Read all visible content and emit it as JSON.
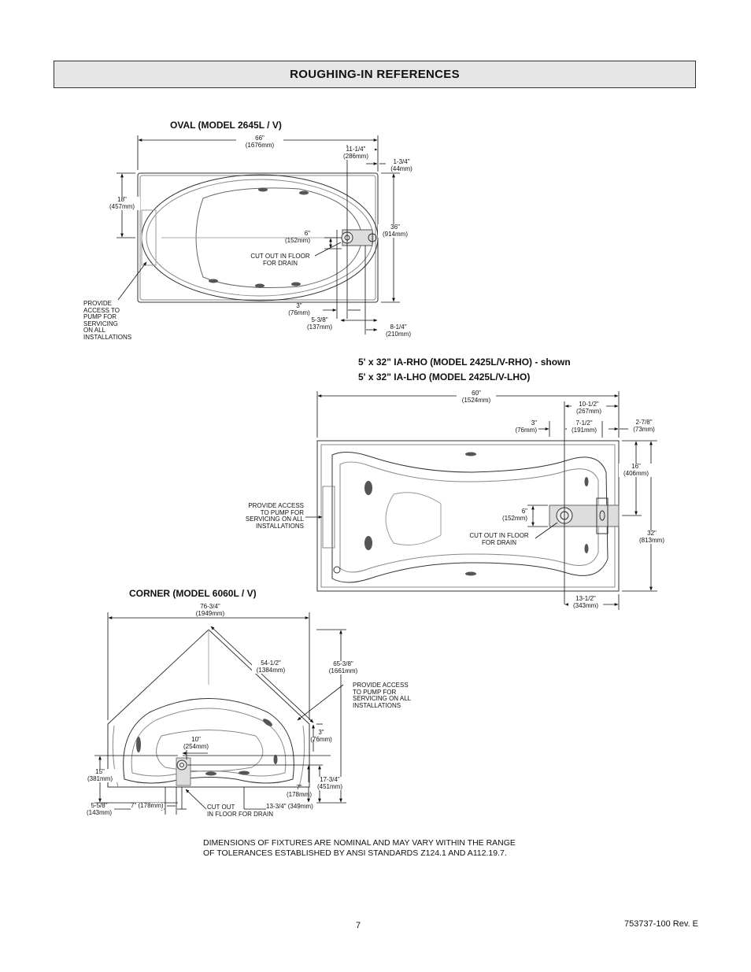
{
  "header": {
    "title": "ROUGHING-IN REFERENCES"
  },
  "oval": {
    "title": "OVAL (MODEL 2645L / V)",
    "dim_66": "66\"\n(1676mm)",
    "dim_11_1_4": "11-1/4\"\n(286mm)",
    "dim_1_3_4": "1-3/4\"\n(44mm)",
    "dim_18": "18\"\n(457mm)",
    "dim_36": "36\"\n(914mm)",
    "dim_6": "6\"\n(152mm)",
    "cutout": "CUT OUT IN FLOOR\nFOR DRAIN",
    "pump": "PROVIDE\nACCESS TO\nPUMP FOR\nSERVICING\nON ALL\nINSTALLATIONS",
    "dim_3": "3\"\n(76mm)",
    "dim_5_3_8": "5-3/8\"\n(137mm)",
    "dim_8_1_4": "8-1/4\"\n(210mm)"
  },
  "rect": {
    "title_1": "5' x 32\" IA-RHO (MODEL 2425L/V-RHO) - shown",
    "title_2": "5' x 32\" IA-LHO (MODEL 2425L/V-LHO)",
    "dim_60": "60\"\n(1524mm)",
    "dim_10_1_2": "10-1/2\"\n(267mm)",
    "dim_3": "3\"\n(76mm)",
    "dim_7_1_2": "7-1/2\"\n(191mm)",
    "dim_2_7_8": "2-7/8\"\n(73mm)",
    "dim_16": "16\"\n(406mm)",
    "pump": "PROVIDE ACCESS\nTO PUMP FOR\nSERVICING ON ALL\nINSTALLATIONS",
    "dim_6": "6\"\n(152mm)",
    "cutout": "CUT OUT IN FLOOR\nFOR DRAIN",
    "dim_32": "32\"\n(813mm)",
    "dim_13_1_2": "13-1/2\"\n(343mm)"
  },
  "corner": {
    "title": "CORNER (MODEL 6060L / V)",
    "dim_76_3_4": "76-3/4\"\n(1949mm)",
    "dim_54_1_2": "54-1/2\"\n(1384mm)",
    "dim_65_3_8": "65-3/8\"\n(1661mm)",
    "pump": "PROVIDE ACCESS\nTO PUMP FOR\nSERVICING ON ALL\nINSTALLATIONS",
    "dim_3": "3\"\n(76mm)",
    "dim_10": "10\"\n(254mm)",
    "dim_15": "15\"\n(381mm)",
    "dim_17_3_4": "17-3/4\"\n(451mm)",
    "dim_7": "7\"\n(178mm)",
    "dim_5_5_8": "5-5/8\"\n(143mm)",
    "dim_7_bottom": "7\" (178mm)",
    "cutout": "CUT OUT\nIN FLOOR FOR DRAIN",
    "dim_13_3_4": "13-3/4\" (349mm)"
  },
  "footer": {
    "note_1": "DIMENSIONS OF FIXTURES ARE NOMINAL AND MAY VARY WITHIN THE RANGE",
    "note_2": "OF TOLERANCES ESTABLISHED BY ANSI STANDARDS Z124.1 AND A112.19.7.",
    "page_number": "7",
    "doc_id": "753737-100 Rev. E"
  }
}
